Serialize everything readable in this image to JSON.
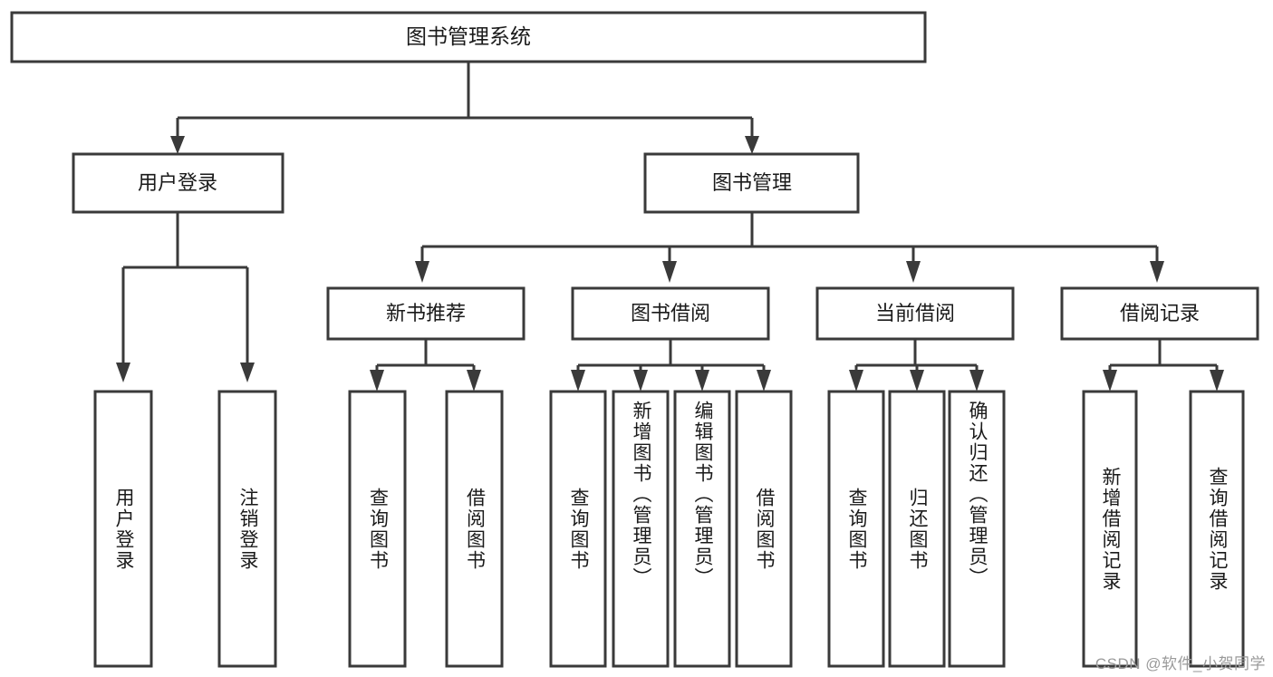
{
  "diagram": {
    "type": "tree-hierarchy",
    "title": "图书管理系统",
    "watermark": "CSDN @软件_小贺同学",
    "colors": {
      "stroke": "#3a3a3a",
      "fill": "#ffffff",
      "text": "#1a1a1a",
      "watermark": "#9a9a9a"
    },
    "root": {
      "label": "图书管理系统"
    },
    "level2": [
      {
        "label": "用户登录"
      },
      {
        "label": "图书管理"
      }
    ],
    "level3": [
      {
        "label": "新书推荐"
      },
      {
        "label": "图书借阅"
      },
      {
        "label": "当前借阅"
      },
      {
        "label": "借阅记录"
      }
    ],
    "leaves": {
      "user_login": [
        {
          "label": "用户登录"
        },
        {
          "label": "注销登录"
        }
      ],
      "new_book_recommend": [
        {
          "label": "查询图书"
        },
        {
          "label": "借阅图书"
        }
      ],
      "book_borrow": [
        {
          "label": "查询图书"
        },
        {
          "label": "新增图书（管理员）"
        },
        {
          "label": "编辑图书（管理员）"
        },
        {
          "label": "借阅图书"
        }
      ],
      "current_borrow": [
        {
          "label": "查询图书"
        },
        {
          "label": "归还图书"
        },
        {
          "label": "确认归还（管理员）"
        }
      ],
      "borrow_record": [
        {
          "label": "新增借阅记录"
        },
        {
          "label": "查询借阅记录"
        }
      ]
    }
  }
}
